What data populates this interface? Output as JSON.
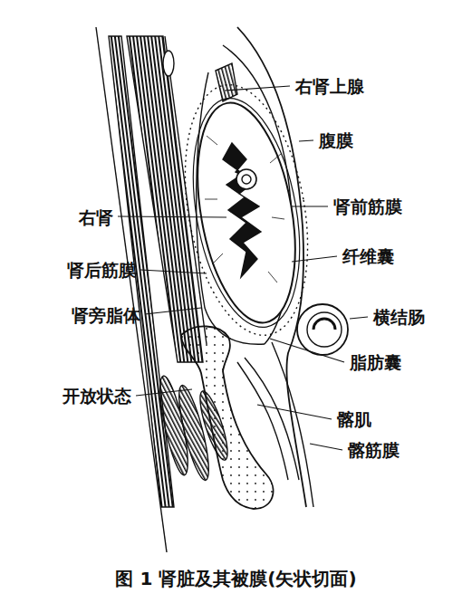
{
  "diagram": {
    "caption": "图 1 肾脏及其被膜(矢状切面)",
    "labels": [
      "右肾上腺",
      "腹膜",
      "肾前筋膜",
      "右肾",
      "纤维囊",
      "肾后筋膜",
      "肾旁脂体",
      "横结肠",
      "脂肪囊",
      "开放状态",
      "髂肌",
      "髂筋膜"
    ]
  }
}
